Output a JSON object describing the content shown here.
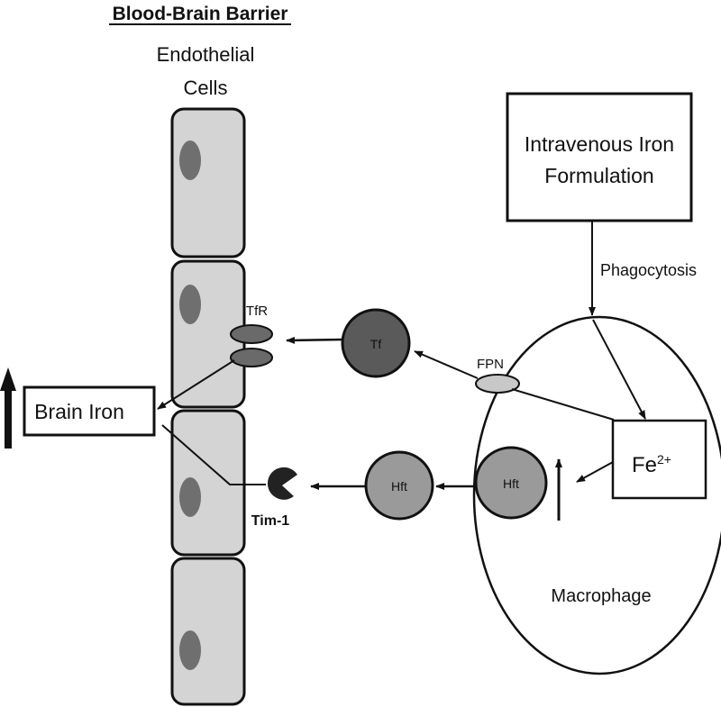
{
  "title": "Blood-Brain Barrier",
  "endothelial_label": [
    "Endothelial",
    "Cells"
  ],
  "iv_box": [
    "Intravenous Iron",
    "Formulation"
  ],
  "phagocytosis": "Phagocytosis",
  "macrophage": "Macrophage",
  "fe": {
    "base": "Fe",
    "sup": "2+"
  },
  "fpn": "FPN",
  "tf": "Tf",
  "tfr": "TfR",
  "hft_inner": "Hft",
  "hft_outer": "Hft",
  "tim1": "Tim-1",
  "brain_iron": "Brain Iron",
  "colors": {
    "cell_fill": "#d4d4d4",
    "nucleus": "#6f6f6f",
    "tf_fill": "#5a5a5a",
    "hft_fill": "#9a9a9a",
    "tfr_fill": "#6a6a6a",
    "fpn_fill": "#c8c8c8",
    "tim1_fill": "#222222"
  }
}
